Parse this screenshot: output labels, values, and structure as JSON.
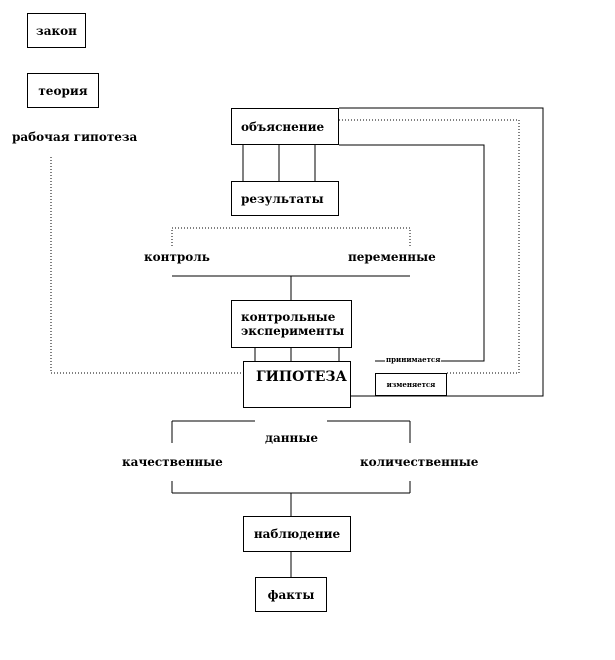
{
  "nodes": {
    "zakon": "закон",
    "teoriya": "теория",
    "rabochaya_gipoteza": "рабочая гипотеза",
    "obyasnenie": "объяснение",
    "rezultaty": "результаты",
    "kontrol": "контроль",
    "peremennye": "переменные",
    "kontrolnye_eksperimenty_1": "контрольные",
    "kontrolnye_eksperimenty_2": "эксперименты",
    "gipoteza": "ГИПОТЕЗА",
    "prinimaetsya": "принимается",
    "izmenyaetsya": "изменяется",
    "dannye": "данные",
    "kachestvennye": "качественные",
    "kolichestvennye": "количественные",
    "nablyudenie": "наблюдение",
    "fakty": "факты"
  }
}
